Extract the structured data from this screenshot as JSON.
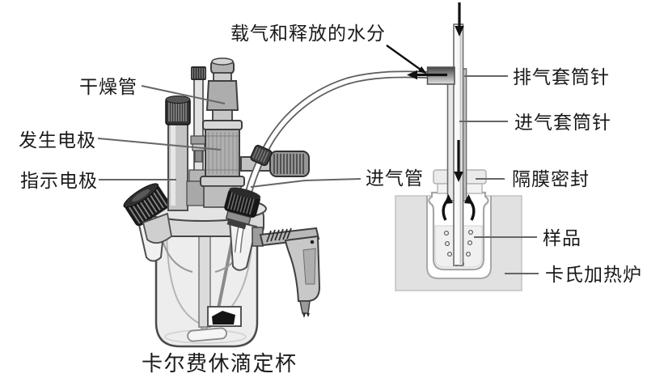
{
  "diagram": {
    "labels": {
      "carrier_gas_moisture": "载气和释放的水分",
      "drying_tube": "干燥管",
      "generator_electrode": "发生电极",
      "indicator_electrode": "指示电极",
      "gas_inlet_tube": "进气管",
      "exhaust_sleeve_needle": "排气套筒针",
      "inlet_sleeve_needle": "进气套筒针",
      "septum_seal": "隔膜密封",
      "sample": "样品",
      "kf_heating_oven": "卡氏加热炉",
      "kf_titration_cup": "卡尔费休滴定杯"
    },
    "colors": {
      "background": "#ffffff",
      "label_text": "#1a1a1a",
      "leader_line": "#666666",
      "arrow": "#111111",
      "outline": "#454545",
      "furnace_gray": "#e1e1e1",
      "glass_gray": "#ededed",
      "cap_black": "#1b1b1b",
      "metal_gray": "#b0b0b0"
    }
  }
}
